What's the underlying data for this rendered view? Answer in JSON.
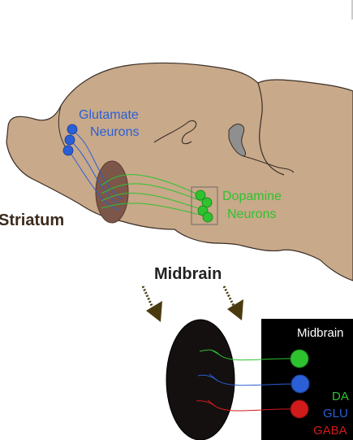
{
  "labels": {
    "glutamate_line1": "Glutamate",
    "glutamate_line2": "Neurons",
    "dopamine_line1": "Dopamine",
    "dopamine_line2": "Neurons",
    "striatum": "Striatum",
    "midbrain": "Midbrain",
    "inset_title": "Midbrain",
    "legend_da": "DA",
    "legend_glu": "GLU",
    "legend_gaba": "GABA"
  },
  "colors": {
    "brain_fill": "#c8a98a",
    "outline": "#3a2e25",
    "glutamate": "#2a5fd6",
    "dopamine": "#2fc22f",
    "gaba": "#d11a1a",
    "striatum_oval": "#7c5648",
    "arrow": "#4a3a10",
    "inset_bg": "#000000",
    "label_dark": "#3b2b1e"
  },
  "icons": {
    "down_arrow_left": "dashed-down-arrow-icon",
    "down_arrow_right": "dashed-down-arrow-icon"
  }
}
